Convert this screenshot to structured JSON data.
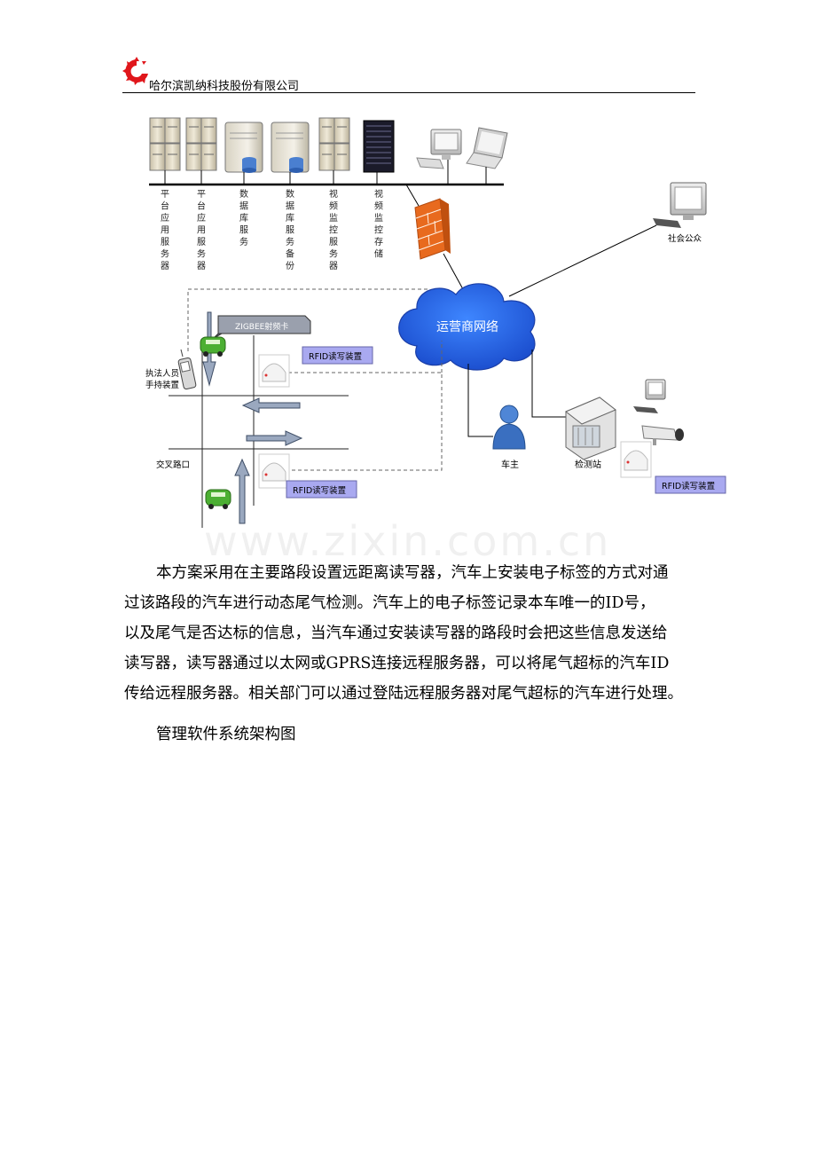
{
  "header": {
    "company": "哈尔滨凯纳科技股份有限公司",
    "logo_color": "#e0161b"
  },
  "diagram": {
    "servers": [
      {
        "label": "平台应用服务器"
      },
      {
        "label": "平台应用服务器"
      },
      {
        "label": "数据库服务"
      },
      {
        "label": "数据库服务备份"
      },
      {
        "label": "视频监控服务器"
      },
      {
        "label": "视频监控存储"
      }
    ],
    "public_label": "社会公众",
    "cloud_label": "运营商网络",
    "zigbee_label": "ZIGBEE射频卡",
    "handheld_label_1": "执法人员",
    "handheld_label_2": "手持装置",
    "rfid_label_1": "RFID读写装置",
    "rfid_label_2": "RFID读写装置",
    "rfid_label_3": "RFID读写装置",
    "intersection_label": "交叉路口",
    "owner_label": "车主",
    "station_label": "检测站",
    "colors": {
      "cloud": "#1f63e0",
      "rfid_box": "#a9a9f0",
      "car": "#4caf33",
      "firewall": "#e86a1e"
    }
  },
  "watermark": "www.zixin.com.cn",
  "paragraph": {
    "lines": [
      "本方案采用在主要路段设置远距离读写器，汽车上安装电子标签的方式对通",
      "过该路段的汽车进行动态尾气检测。汽车上的电子标签记录本车唯一的ID号，",
      "以及尾气是否达标的信息，当汽车通过安装读写器的路段时会把这些信息发送给",
      "读写器，读写器通过以太网或GPRS连接远程服务器，可以将尾气超标的汽车ID",
      "传给远程服务器。相关部门可以通过登陆远程服务器对尾气超标的汽车进行处理。"
    ]
  },
  "caption": "管理软件系统架构图"
}
